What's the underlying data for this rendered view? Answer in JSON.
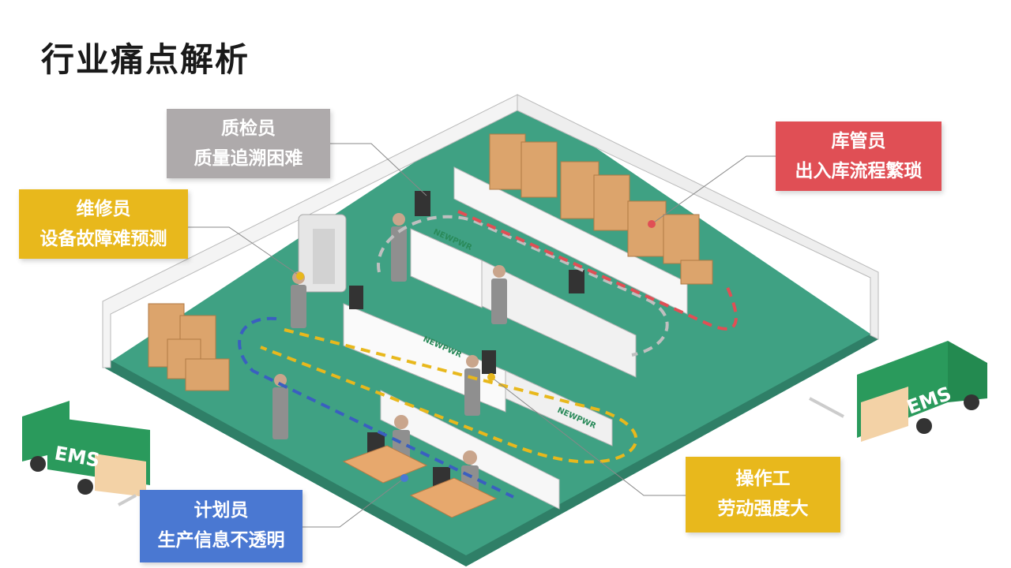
{
  "title": "行业痛点解析",
  "colors": {
    "floor": "#3fa183",
    "floor_edge": "#2f7f67",
    "wall": "#f4f4f4",
    "qc": "#aeaaab",
    "warehouse": "#e04f55",
    "maintenance": "#e8b81c",
    "planner": "#4a78d2",
    "operator": "#e8b81c",
    "truck": "#2a9a5c",
    "box": "#dca46c"
  },
  "callouts": {
    "qc": {
      "role": "质检员",
      "issue": "质量追溯困难"
    },
    "warehouse": {
      "role": "库管员",
      "issue": "出入库流程繁琐"
    },
    "maintenance": {
      "role": "维修员",
      "issue": "设备故障难预测"
    },
    "planner": {
      "role": "计划员",
      "issue": "生产信息不透明"
    },
    "operator": {
      "role": "操作工",
      "issue": "劳动强度大"
    }
  },
  "trucks": {
    "left_label": "EMS",
    "right_label": "EMS"
  },
  "machines": {
    "brand": "NEWPWR"
  }
}
